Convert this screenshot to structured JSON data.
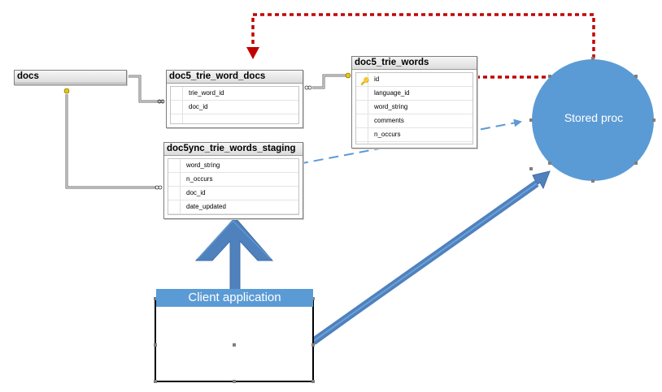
{
  "tables": {
    "docs": {
      "title": "docs",
      "columns": []
    },
    "word_docs": {
      "title": "doc5_trie_word_docs",
      "columns": [
        "trie_word_id",
        "doc_id"
      ]
    },
    "words": {
      "title": "doc5_trie_words",
      "columns": [
        "id",
        "language_id",
        "word_string",
        "comments",
        "n_occurs"
      ]
    },
    "staging": {
      "title": "doc5ync_trie_words_staging",
      "columns": [
        "word_string",
        "n_occurs",
        "doc_id",
        "date_updated"
      ]
    }
  },
  "stored_proc": {
    "label": "Stored proc"
  },
  "client_app": {
    "label": "Client application"
  },
  "colors": {
    "blue": "#5b9bd5",
    "dashed_red": "#c00000",
    "dashed_blue": "#5b9bd5",
    "relationship_line": "#6e6e6e",
    "key_yellow": "#e8c800"
  }
}
